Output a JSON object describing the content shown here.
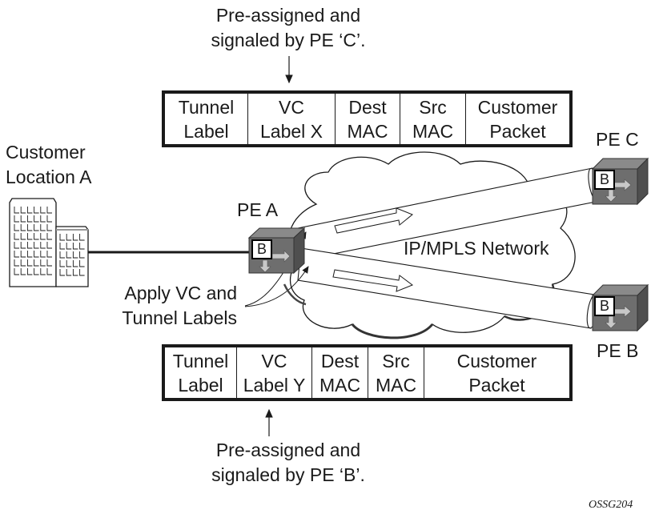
{
  "top_annotation": {
    "line1": "Pre-assigned and",
    "line2": "signaled by PE ‘C’."
  },
  "bottom_annotation": {
    "line1": "Pre-assigned and",
    "line2": "signaled by PE ‘B’."
  },
  "header_top": {
    "fields": [
      {
        "line1": "Tunnel",
        "line2": "Label"
      },
      {
        "line1": "VC",
        "line2": "Label X"
      },
      {
        "line1": "Dest",
        "line2": "MAC"
      },
      {
        "line1": "Src",
        "line2": "MAC"
      },
      {
        "line1": "Customer",
        "line2": "Packet"
      }
    ]
  },
  "header_bottom": {
    "fields": [
      {
        "line1": "Tunnel",
        "line2": "Label"
      },
      {
        "line1": "VC",
        "line2": "Label Y"
      },
      {
        "line1": "Dest",
        "line2": "MAC"
      },
      {
        "line1": "Src",
        "line2": "MAC"
      },
      {
        "line1": "Customer",
        "line2": "Packet"
      }
    ]
  },
  "customer_location": {
    "line1": "Customer",
    "line2": "Location A"
  },
  "pe_a": {
    "label": "PE A",
    "badge": "B"
  },
  "pe_b": {
    "label": "PE B",
    "badge": "B"
  },
  "pe_c": {
    "label": "PE C",
    "badge": "B"
  },
  "network": {
    "label": "IP/MPLS Network"
  },
  "apply_labels": {
    "line1": "Apply VC and",
    "line2": "Tunnel Labels"
  },
  "figure_id": "OSSG204",
  "colors": {
    "router_front": "#6e6e6e",
    "router_top": "#8a8a8a",
    "router_side": "#4f4f4f",
    "line": "#1a1a1a"
  }
}
